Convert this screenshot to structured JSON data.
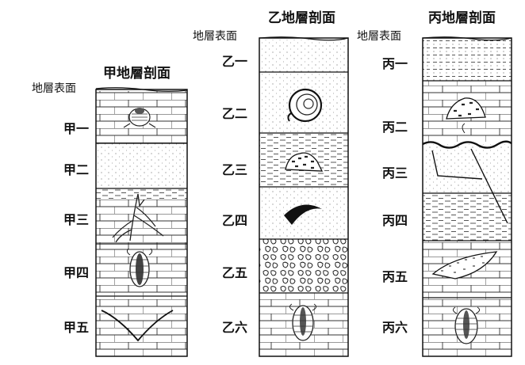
{
  "columns": [
    {
      "title": "甲地層剖面",
      "surface_label": "地層表面",
      "layers": [
        {
          "label": "甲一",
          "texture": "bricks",
          "fossil": "trilobite"
        },
        {
          "label": "甲二",
          "texture": "dots",
          "fossil": ""
        },
        {
          "label": "甲三",
          "texture": "dashes-bricks",
          "fossil": "plant"
        },
        {
          "label": "甲四",
          "texture": "bricks",
          "fossil": "trilobite"
        },
        {
          "label": "甲五",
          "texture": "bricks",
          "fossil": "fold"
        }
      ]
    },
    {
      "title": "乙地層剖面",
      "surface_label": "地層表面",
      "layers": [
        {
          "label": "乙一",
          "texture": "dots",
          "fossil": ""
        },
        {
          "label": "乙二",
          "texture": "dots",
          "fossil": "ammonite"
        },
        {
          "label": "乙三",
          "texture": "dashes",
          "fossil": "coral"
        },
        {
          "label": "乙四",
          "texture": "dots",
          "fossil": "shell"
        },
        {
          "label": "乙五",
          "texture": "pebbles",
          "fossil": ""
        },
        {
          "label": "乙六",
          "texture": "bricks",
          "fossil": "trilobite"
        }
      ]
    },
    {
      "title": "丙地層剖面",
      "surface_label": "地層表面",
      "layers": [
        {
          "label": "丙一",
          "texture": "dots-dashes",
          "fossil": ""
        },
        {
          "label": "丙二",
          "texture": "bricks",
          "fossil": "coral"
        },
        {
          "label": "丙三",
          "texture": "dots",
          "fossil": "fault"
        },
        {
          "label": "丙四",
          "texture": "dashes",
          "fossil": ""
        },
        {
          "label": "丙五",
          "texture": "bricks",
          "fossil": "shell-bed"
        },
        {
          "label": "丙六",
          "texture": "bricks",
          "fossil": "trilobite"
        }
      ]
    }
  ]
}
